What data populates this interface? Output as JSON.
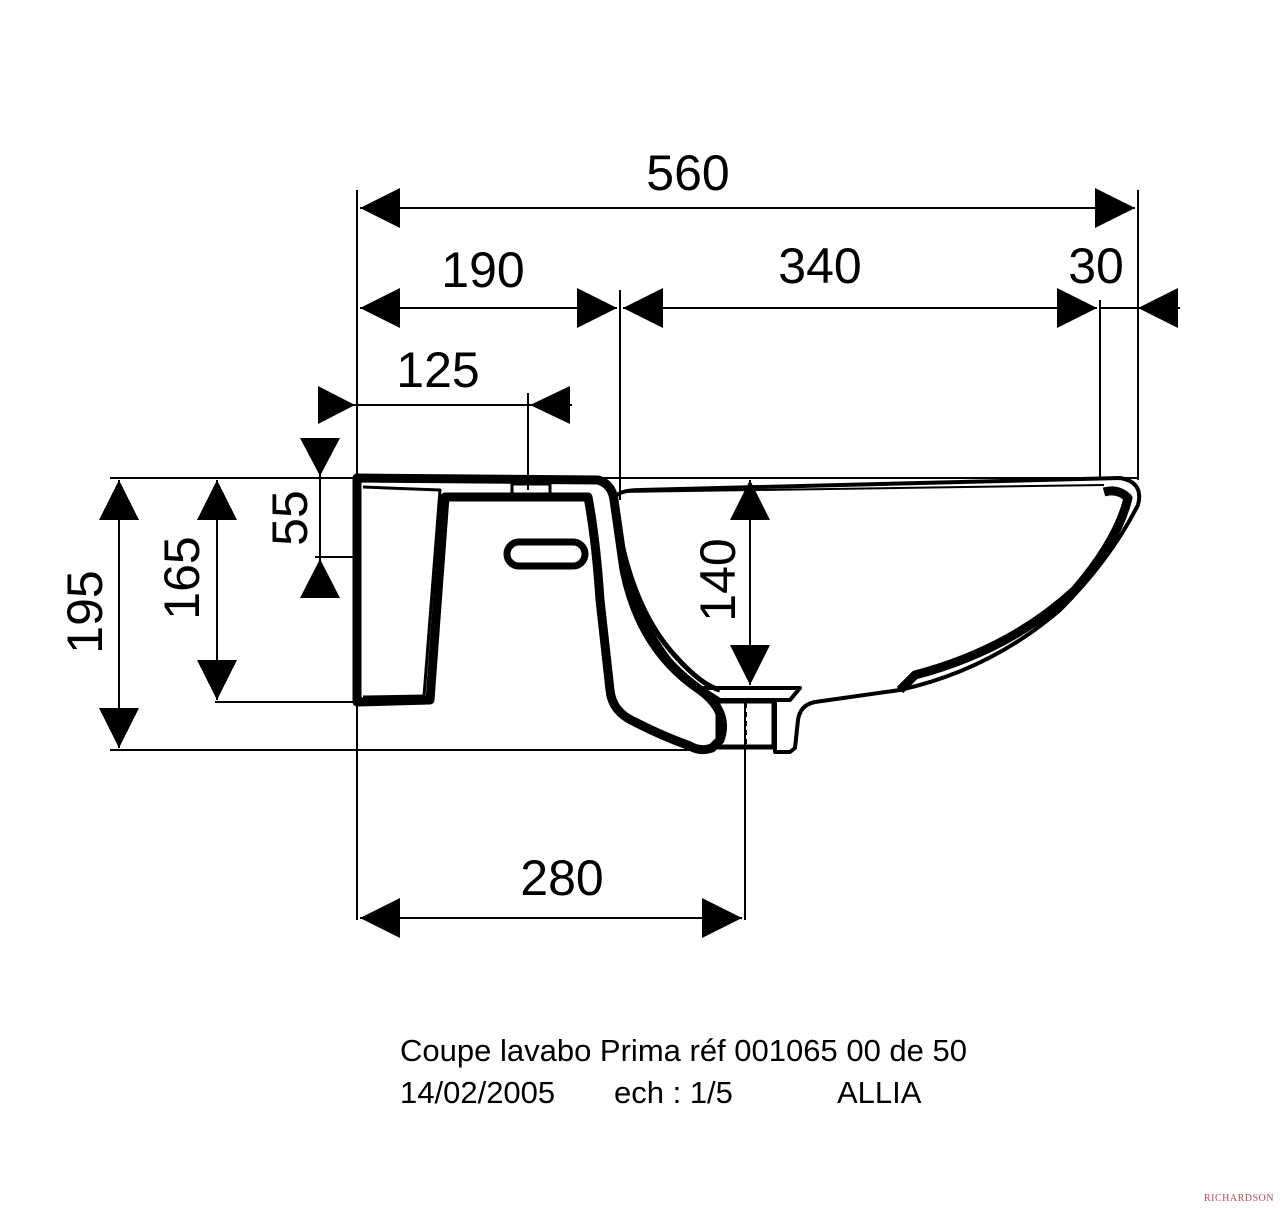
{
  "dimensions": {
    "overall_width": "560",
    "upper_left": "190",
    "upper_middle": "340",
    "upper_right": "30",
    "back_depth": "125",
    "back_height": "55",
    "total_height": "195",
    "inner_height": "165",
    "bowl_depth": "140",
    "drain_offset": "280"
  },
  "caption": {
    "line1": "Coupe lavabo Prima réf 001065 00 de 50",
    "date": "14/02/2005",
    "scale": "ech : 1/5",
    "maker": "ALLIA"
  },
  "watermark": "RICHARDSON"
}
